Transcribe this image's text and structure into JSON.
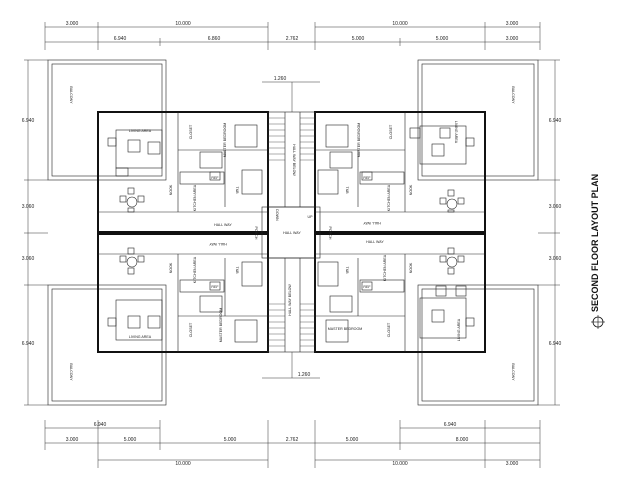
{
  "title": "SECOND FLOOR LAYOUT PLAN",
  "dimensions": {
    "top_row1": [
      "3.000",
      "10.000",
      "10.000",
      "3.000"
    ],
    "top_row2": [
      "6.940",
      "6.860",
      "2.762",
      "5.000",
      "5.000",
      "3.000"
    ],
    "bottom_row1": [
      "6.940",
      "6.940"
    ],
    "bottom_row2": [
      "3.000",
      "5.000",
      "5.000",
      "2.762",
      "5.000",
      "8.000"
    ],
    "bottom_row3": [
      "10.000",
      "10.000",
      "3.000"
    ],
    "left_side": [
      "6.940",
      "3.060",
      "3.060",
      "6.940"
    ],
    "right_side": [
      "6.940",
      "3.060",
      "3.060",
      "6.940"
    ],
    "stair_top": "1.260",
    "stair_bottom": "1.260"
  },
  "labels": {
    "balcony": "BALCONY",
    "living_area": "LIVING AREA",
    "kitchen_area": "KITCHEN AREA",
    "hall_way": "HALL WAY",
    "hall_way_below": "HALL WAY BELOW",
    "porch": "PORCH",
    "toilet": "T&B",
    "master_bedroom": "MASTER BEDROOM",
    "closet": "CLOSET",
    "nook": "NOOK",
    "down": "DOWN",
    "ref": "REF",
    "up": "UP"
  }
}
